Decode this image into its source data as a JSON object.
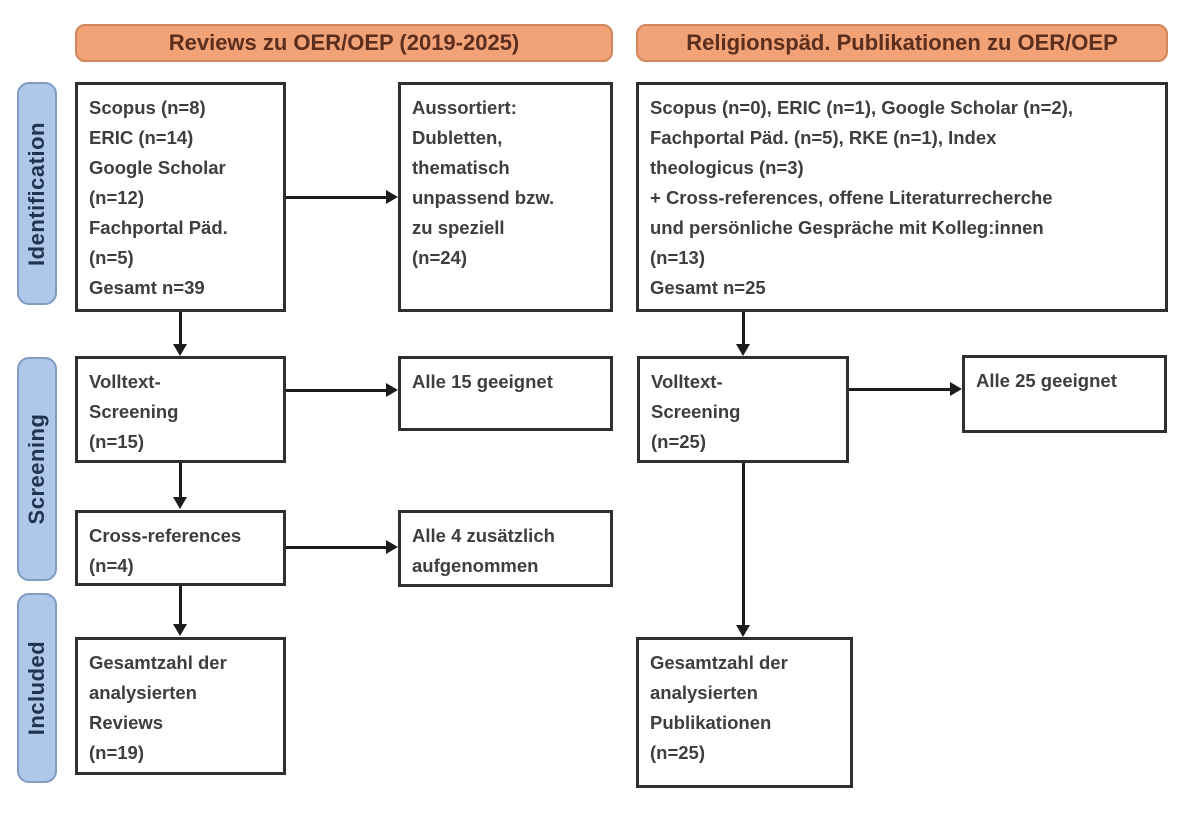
{
  "colors": {
    "background": "#FFFFFF",
    "header_fill": "#F1A276",
    "header_border": "#D0875B",
    "header_text": "#5C2E1E",
    "stage_fill": "#AFC7E9",
    "stage_border": "#819CC2",
    "stage_text": "#203450",
    "box_border": "#2F2F2F",
    "box_text": "#3E3E3E",
    "arrow": "#1C1C1C"
  },
  "columns": [
    {
      "header": "Reviews zu OER/OEP (2019-2025)"
    },
    {
      "header": "Religionspäd. Publikationen zu OER/OEP"
    }
  ],
  "stages": [
    {
      "label": "Identification"
    },
    {
      "label": "Screening"
    },
    {
      "label": "Included"
    }
  ],
  "boxes": {
    "left_sources": "Scopus (n=8)\nERIC (n=14)\nGoogle Scholar\n(n=12)\nFachportal Päd.\n(n=5)\nGesamt n=39",
    "left_excluded": "Aussortiert:\nDubletten,\nthematisch\nunpassend bzw.\nzu speziell\n(n=24)",
    "right_sources": "Scopus (n=0), ERIC (n=1), Google Scholar (n=2),\nFachportal Päd. (n=5), RKE (n=1), Index\ntheologicus (n=3)\n+ Cross-references, offene Literaturrecherche\nund persönliche Gespräche mit Kolleg:innen\n(n=13)\nGesamt n=25",
    "left_fulltext": "Volltext-\nScreening\n(n=15)",
    "left_fulltext_result": "Alle 15 geeignet",
    "right_fulltext": "Volltext-\nScreening\n(n=25)",
    "right_fulltext_result": "Alle 25 geeignet",
    "left_crossref": "Cross-references\n(n=4)",
    "left_crossref_result": "Alle 4 zusätzlich\naufgenommen",
    "left_included": "Gesamtzahl der\nanalysierten\nReviews\n(n=19)",
    "right_included": "Gesamtzahl der\nanalysierten\nPublikationen\n(n=25)"
  }
}
